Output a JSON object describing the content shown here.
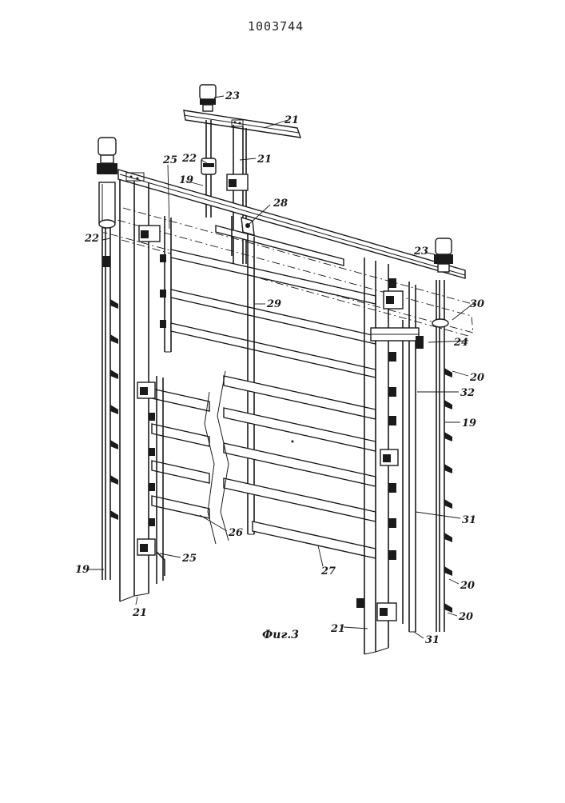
{
  "document": {
    "patent_number": "1003744",
    "figure_caption": "Фиг.3"
  },
  "labels": {
    "l19": "19",
    "l20": "20",
    "l21": "21",
    "l22": "22",
    "l23": "23",
    "l24": "24",
    "l25": "25",
    "l26": "26",
    "l27": "27",
    "l28": "28",
    "l29": "29",
    "l30": "30",
    "l31": "31",
    "l32": "32"
  }
}
